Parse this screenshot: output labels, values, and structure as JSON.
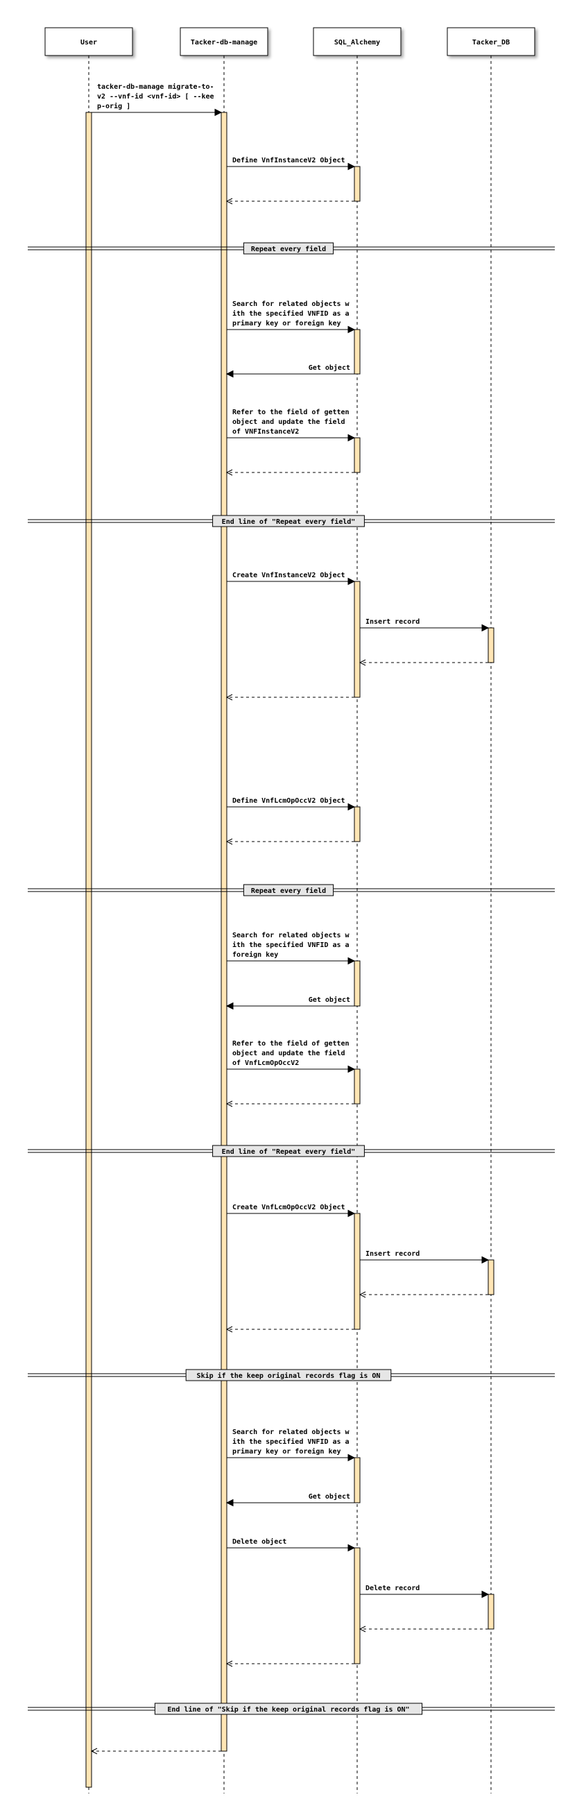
{
  "participants": [
    {
      "id": "user",
      "label": "User"
    },
    {
      "id": "tdm",
      "label": "Tacker-db-manage"
    },
    {
      "id": "sql",
      "label": "SQL_Alchemy"
    },
    {
      "id": "db",
      "label": "Tacker_DB"
    }
  ],
  "messages": [
    {
      "from": "user",
      "to": "tdm",
      "kind": "sync",
      "lines": [
        "tacker-db-manage migrate-to-",
        "v2 --vnf-id <vnf-id> [ --kee",
        "p-orig ]"
      ]
    },
    {
      "from": "tdm",
      "to": "sql",
      "kind": "sync",
      "lines": [
        "Define VnfInstanceV2 Object"
      ]
    },
    {
      "from": "sql",
      "to": "tdm",
      "kind": "return",
      "lines": []
    },
    {
      "from": "tdm",
      "to": "sql",
      "kind": "sync",
      "lines": [
        "Search for related objects w",
        "ith the specified VNFID as a",
        " primary key or foreign key"
      ]
    },
    {
      "from": "sql",
      "to": "tdm",
      "kind": "sync",
      "lines": [
        "Get object"
      ]
    },
    {
      "from": "tdm",
      "to": "sql",
      "kind": "sync",
      "lines": [
        "Refer to the field of getten",
        " object and update the field",
        " of VNFInstanceV2"
      ]
    },
    {
      "from": "sql",
      "to": "tdm",
      "kind": "return",
      "lines": []
    },
    {
      "from": "tdm",
      "to": "sql",
      "kind": "sync",
      "lines": [
        "Create VnfInstanceV2 Object"
      ]
    },
    {
      "from": "sql",
      "to": "db",
      "kind": "sync",
      "lines": [
        "Insert record"
      ]
    },
    {
      "from": "db",
      "to": "sql",
      "kind": "return",
      "lines": []
    },
    {
      "from": "sql",
      "to": "tdm",
      "kind": "return",
      "lines": []
    },
    {
      "from": "tdm",
      "to": "sql",
      "kind": "sync",
      "lines": [
        "Define VnfLcmOpOccV2 Object"
      ]
    },
    {
      "from": "sql",
      "to": "tdm",
      "kind": "return",
      "lines": []
    },
    {
      "from": "tdm",
      "to": "sql",
      "kind": "sync",
      "lines": [
        "Search for related objects w",
        "ith the specified VNFID as a",
        " foreign key"
      ]
    },
    {
      "from": "sql",
      "to": "tdm",
      "kind": "sync",
      "lines": [
        "Get object"
      ]
    },
    {
      "from": "tdm",
      "to": "sql",
      "kind": "sync",
      "lines": [
        "Refer to the field of getten",
        " object and update the field",
        " of VnfLcmOpOccV2"
      ]
    },
    {
      "from": "sql",
      "to": "tdm",
      "kind": "return",
      "lines": []
    },
    {
      "from": "tdm",
      "to": "sql",
      "kind": "sync",
      "lines": [
        "Create VnfLcmOpOccV2 Object"
      ]
    },
    {
      "from": "sql",
      "to": "db",
      "kind": "sync",
      "lines": [
        "Insert record"
      ]
    },
    {
      "from": "db",
      "to": "sql",
      "kind": "return",
      "lines": []
    },
    {
      "from": "sql",
      "to": "tdm",
      "kind": "return",
      "lines": []
    },
    {
      "from": "tdm",
      "to": "sql",
      "kind": "sync",
      "lines": [
        "Search for related objects w",
        "ith the specified VNFID as a",
        " primary key or foreign key"
      ]
    },
    {
      "from": "sql",
      "to": "tdm",
      "kind": "sync",
      "lines": [
        "Get object"
      ]
    },
    {
      "from": "tdm",
      "to": "sql",
      "kind": "sync",
      "lines": [
        "Delete object"
      ]
    },
    {
      "from": "sql",
      "to": "db",
      "kind": "sync",
      "lines": [
        "Delete record"
      ]
    },
    {
      "from": "db",
      "to": "sql",
      "kind": "return",
      "lines": []
    },
    {
      "from": "sql",
      "to": "tdm",
      "kind": "return",
      "lines": []
    },
    {
      "from": "tdm",
      "to": "user",
      "kind": "return",
      "lines": []
    }
  ],
  "dividers": [
    {
      "label": "Repeat every field"
    },
    {
      "label": "End line of \"Repeat every field\""
    },
    {
      "label": "Repeat every field"
    },
    {
      "label": "End line of \"Repeat every field\""
    },
    {
      "label": "Skip if the keep original records flag is ON"
    },
    {
      "label": "End line of \"Skip if the keep original records flag is ON\""
    }
  ]
}
